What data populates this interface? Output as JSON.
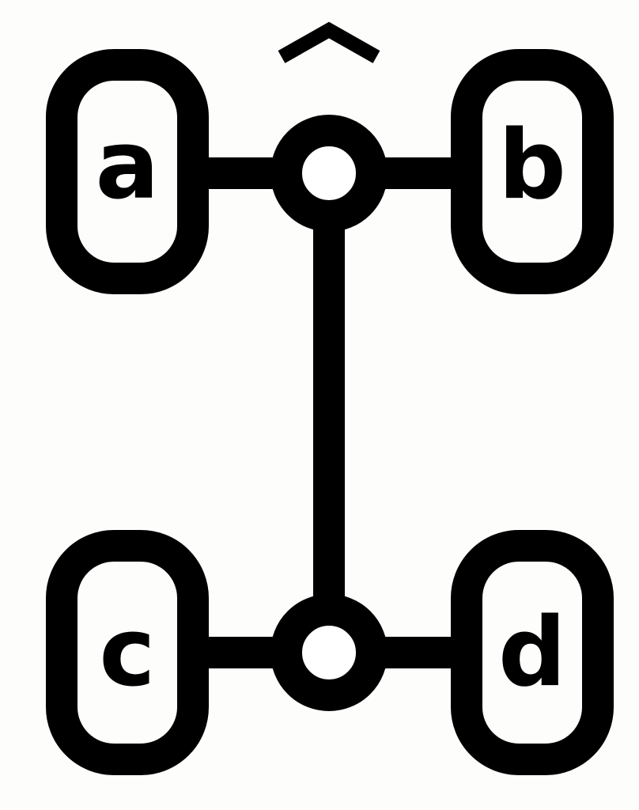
{
  "diagram": {
    "wheels": {
      "front_left": "a",
      "front_right": "b",
      "rear_left": "c",
      "rear_right": "d"
    },
    "direction_icon": "chevron-up-icon",
    "colors": {
      "stroke": "#000000",
      "background": "#fdfdfb",
      "hub_fill": "#ffffff"
    }
  }
}
